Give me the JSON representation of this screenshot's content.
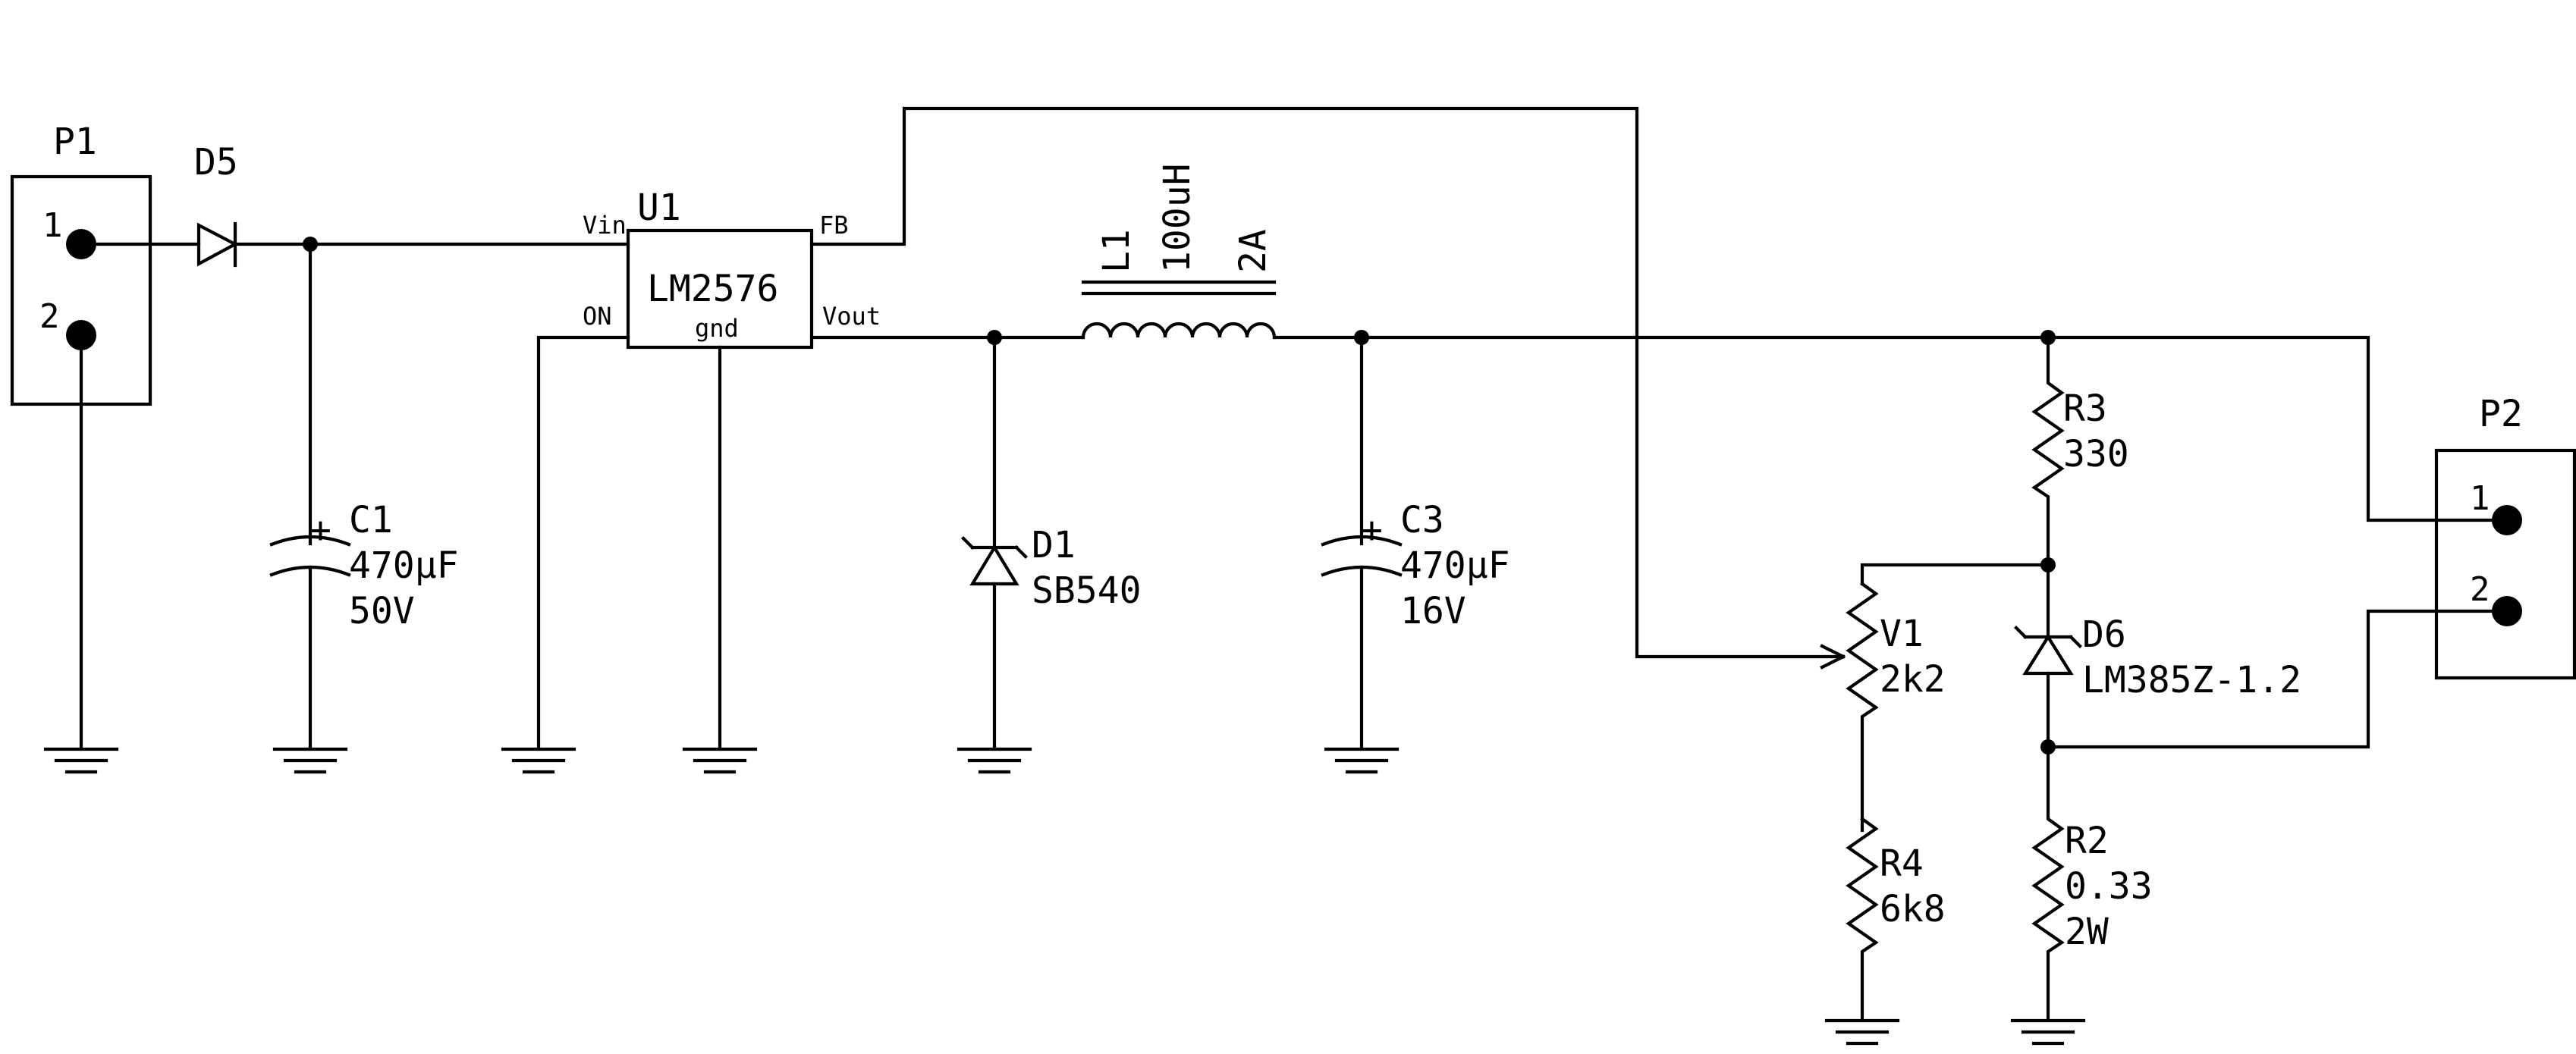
{
  "components": {
    "p1": {
      "ref": "P1",
      "pins": [
        "1",
        "2"
      ]
    },
    "d5": {
      "ref": "D5"
    },
    "c1": {
      "ref": "C1",
      "value": "470µF",
      "rating": "50V",
      "polarity": "+"
    },
    "u1": {
      "ref": "U1",
      "part": "LM2576",
      "gnd_label": "gnd",
      "pin_vin": "Vin",
      "pin_on": "ON",
      "pin_fb": "FB",
      "pin_vout": "Vout"
    },
    "d1": {
      "ref": "D1",
      "value": "SB540"
    },
    "l1": {
      "ref": "L1",
      "value": "100uH",
      "rating": "2A"
    },
    "c3": {
      "ref": "C3",
      "value": "470µF",
      "rating": "16V",
      "polarity": "+"
    },
    "r3": {
      "ref": "R3",
      "value": "330"
    },
    "v1": {
      "ref": "V1",
      "value": "2k2"
    },
    "d6": {
      "ref": "D6",
      "value": "LM385Z-1.2"
    },
    "r4": {
      "ref": "R4",
      "value": "6k8"
    },
    "r2": {
      "ref": "R2",
      "value": "0.33",
      "rating": "2W"
    },
    "p2": {
      "ref": "P2",
      "pins": [
        "1",
        "2"
      ]
    }
  }
}
